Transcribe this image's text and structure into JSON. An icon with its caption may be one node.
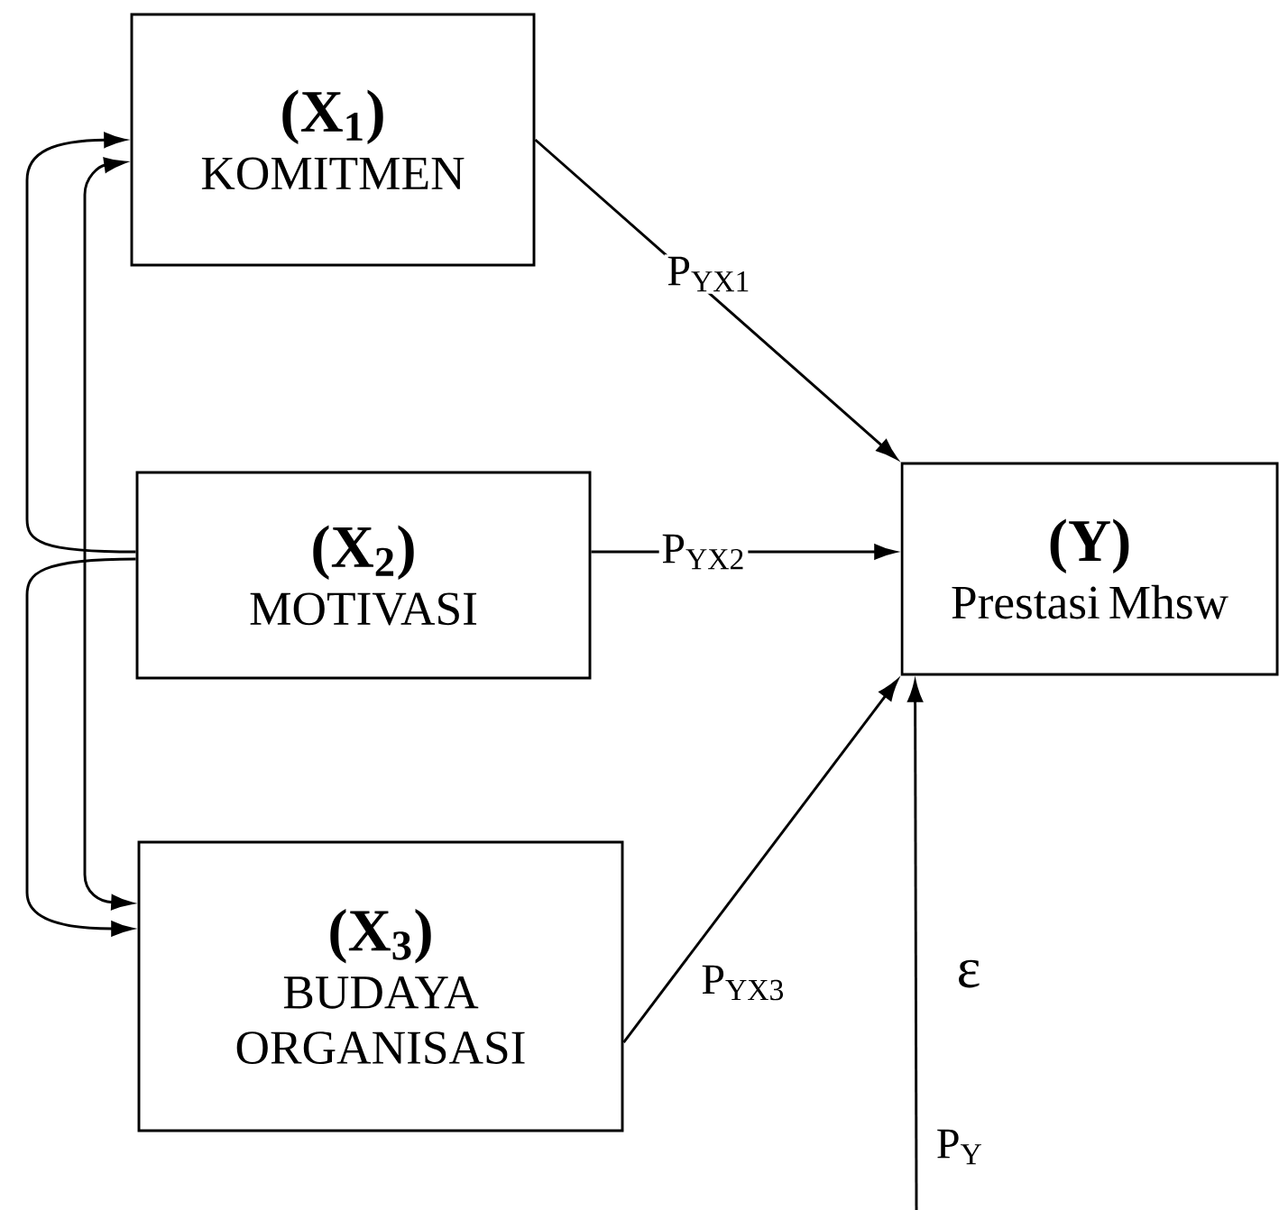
{
  "diagram": {
    "nodes": [
      {
        "text": [
          "(X$_{1}$)",
          "KOMITMEN"
        ]
      },
      {
        "text": [
          "(X$_{2}$)",
          "MOTIVASI"
        ]
      },
      {
        "text": [
          "(X$_{3}$)",
          "BUDAYA ORGANISASI"
        ]
      },
      {
        "text": [
          "(Y)",
          "Prestasi Mhsw"
        ]
      }
    ],
    "edges": [
      {
        "from": 0,
        "to": 3,
        "arrow": "to",
        "label": "P$_{YX1}$"
      },
      {
        "from": 1,
        "to": 3,
        "arrow": "to",
        "label": "P$_{YX2}$"
      },
      {
        "from": 2,
        "to": 3,
        "arrow": "to",
        "label": "P$_{YX3}$"
      },
      {
        "from": 1,
        "to": 0,
        "arrow": "to"
      },
      {
        "from": 1,
        "to": 2,
        "arrow": "to"
      },
      {
        "from": 0,
        "to": 2,
        "arrow": "both"
      },
      {
        "from": null,
        "to": 3,
        "arrow": "to",
        "label": "P$_{Y}$"
      }
    ],
    "labels": [
      "ε"
    ]
  }
}
